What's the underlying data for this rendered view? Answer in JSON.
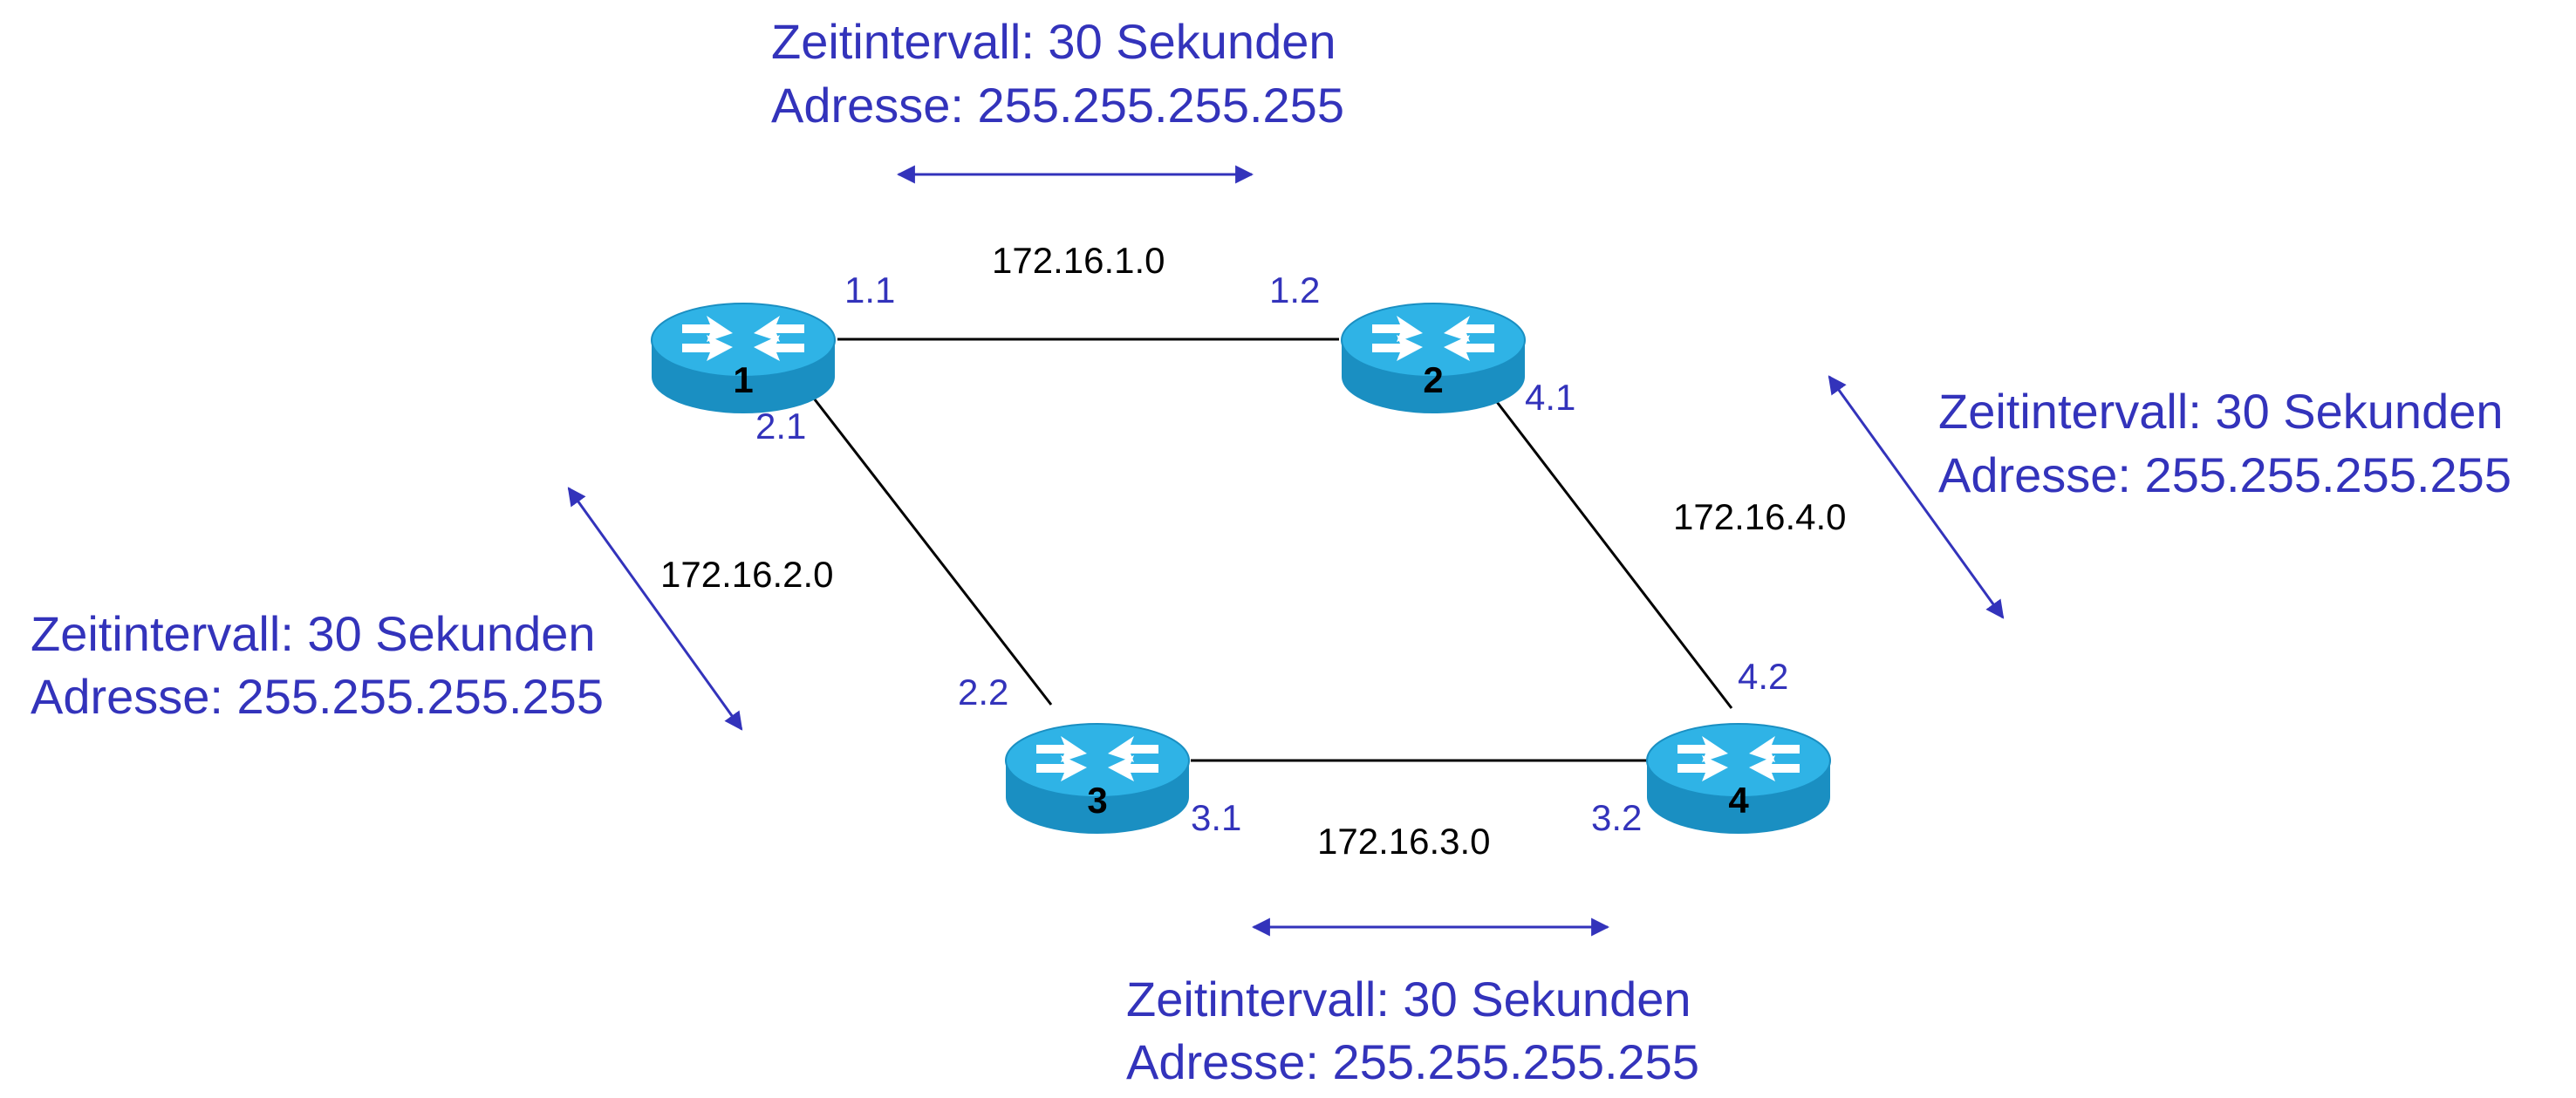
{
  "colors": {
    "accent": "#3333bb",
    "router_top": "#2fb3e6",
    "router_side": "#1a8fc2",
    "line": "#000000"
  },
  "routers": [
    {
      "id": "router-1",
      "label": "1"
    },
    {
      "id": "router-2",
      "label": "2"
    },
    {
      "id": "router-3",
      "label": "3"
    },
    {
      "id": "router-4",
      "label": "4"
    }
  ],
  "networks": {
    "net_1_2": "172.16.1.0",
    "net_1_3": "172.16.2.0",
    "net_3_4": "172.16.3.0",
    "net_2_4": "172.16.4.0"
  },
  "interfaces": {
    "r1_top": "1.1",
    "r2_left": "1.2",
    "r1_bottom": "2.1",
    "r3_top": "2.2",
    "r3_right": "3.1",
    "r4_left": "3.2",
    "r2_bottom": "4.1",
    "r4_top": "4.2"
  },
  "updates": {
    "top": {
      "interval": "Zeitintervall: 30 Sekunden",
      "address": "Adresse: 255.255.255.255"
    },
    "right": {
      "interval": "Zeitintervall: 30 Sekunden",
      "address": "Adresse: 255.255.255.255"
    },
    "left": {
      "interval": "Zeitintervall: 30 Sekunden",
      "address": "Adresse: 255.255.255.255"
    },
    "bottom": {
      "interval": "Zeitintervall: 30 Sekunden",
      "address": "Adresse: 255.255.255.255"
    }
  }
}
